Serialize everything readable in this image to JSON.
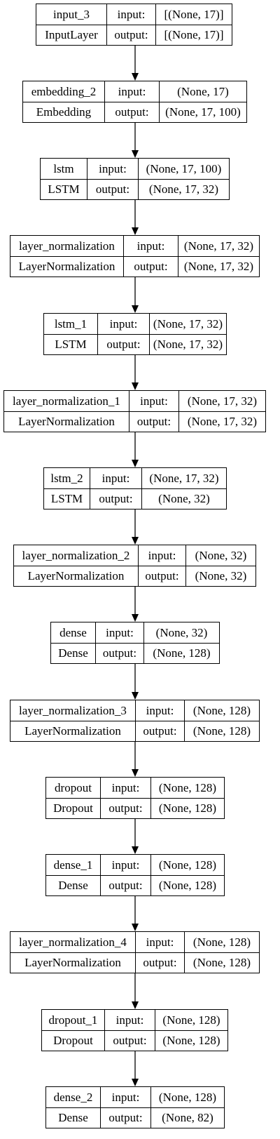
{
  "diagram": {
    "port_labels": {
      "input": "input:",
      "output": "output:"
    },
    "layers": [
      {
        "name": "input_3",
        "type": "InputLayer",
        "input": "[(None, 17)]",
        "output": "[(None, 17)]"
      },
      {
        "name": "embedding_2",
        "type": "Embedding",
        "input": "(None, 17)",
        "output": "(None, 17, 100)"
      },
      {
        "name": "lstm",
        "type": "LSTM",
        "input": "(None, 17, 100)",
        "output": "(None, 17, 32)"
      },
      {
        "name": "layer_normalization",
        "type": "LayerNormalization",
        "input": "(None, 17, 32)",
        "output": "(None, 17, 32)"
      },
      {
        "name": "lstm_1",
        "type": "LSTM",
        "input": "(None, 17, 32)",
        "output": "(None, 17, 32)"
      },
      {
        "name": "layer_normalization_1",
        "type": "LayerNormalization",
        "input": "(None, 17, 32)",
        "output": "(None, 17, 32)"
      },
      {
        "name": "lstm_2",
        "type": "LSTM",
        "input": "(None, 17, 32)",
        "output": "(None, 32)"
      },
      {
        "name": "layer_normalization_2",
        "type": "LayerNormalization",
        "input": "(None, 32)",
        "output": "(None, 32)"
      },
      {
        "name": "dense",
        "type": "Dense",
        "input": "(None, 32)",
        "output": "(None, 128)"
      },
      {
        "name": "layer_normalization_3",
        "type": "LayerNormalization",
        "input": "(None, 128)",
        "output": "(None, 128)"
      },
      {
        "name": "dropout",
        "type": "Dropout",
        "input": "(None, 128)",
        "output": "(None, 128)"
      },
      {
        "name": "dense_1",
        "type": "Dense",
        "input": "(None, 128)",
        "output": "(None, 128)"
      },
      {
        "name": "layer_normalization_4",
        "type": "LayerNormalization",
        "input": "(None, 128)",
        "output": "(None, 128)"
      },
      {
        "name": "dropout_1",
        "type": "Dropout",
        "input": "(None, 128)",
        "output": "(None, 128)"
      },
      {
        "name": "dense_2",
        "type": "Dense",
        "input": "(None, 128)",
        "output": "(None, 82)"
      }
    ]
  }
}
